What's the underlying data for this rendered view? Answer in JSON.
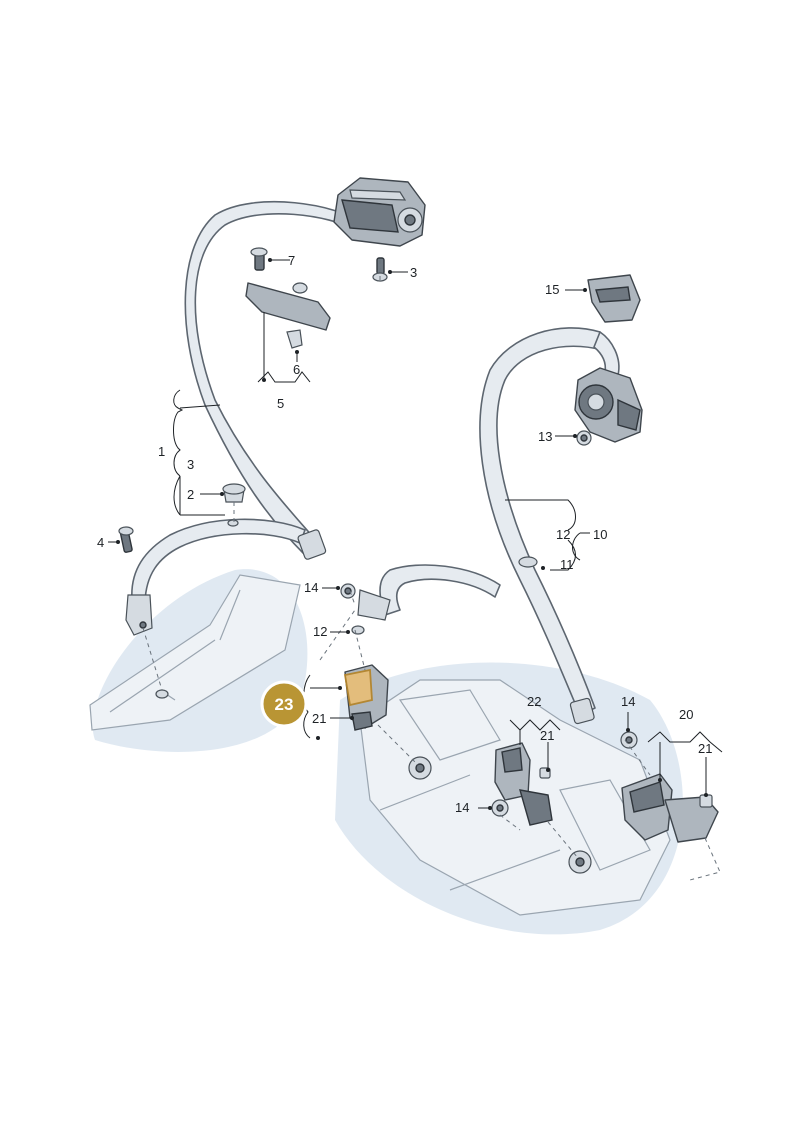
{
  "diagram": {
    "highlighted_label": "23",
    "callouts": {
      "c1": "1",
      "c2": "2",
      "c3a": "3",
      "c3b": "3",
      "c4": "4",
      "c5": "5",
      "c6": "6",
      "c7": "7",
      "c10": "10",
      "c11": "11",
      "c12a": "12",
      "c12b": "12",
      "c13": "13",
      "c14a": "14",
      "c14b": "14",
      "c14c": "14",
      "c15": "15",
      "c20": "20",
      "c21a": "21",
      "c21b": "21",
      "c21c": "21",
      "c22": "22"
    },
    "colors": {
      "highlight": "#b99534",
      "shade": "#d6e2ee"
    }
  }
}
